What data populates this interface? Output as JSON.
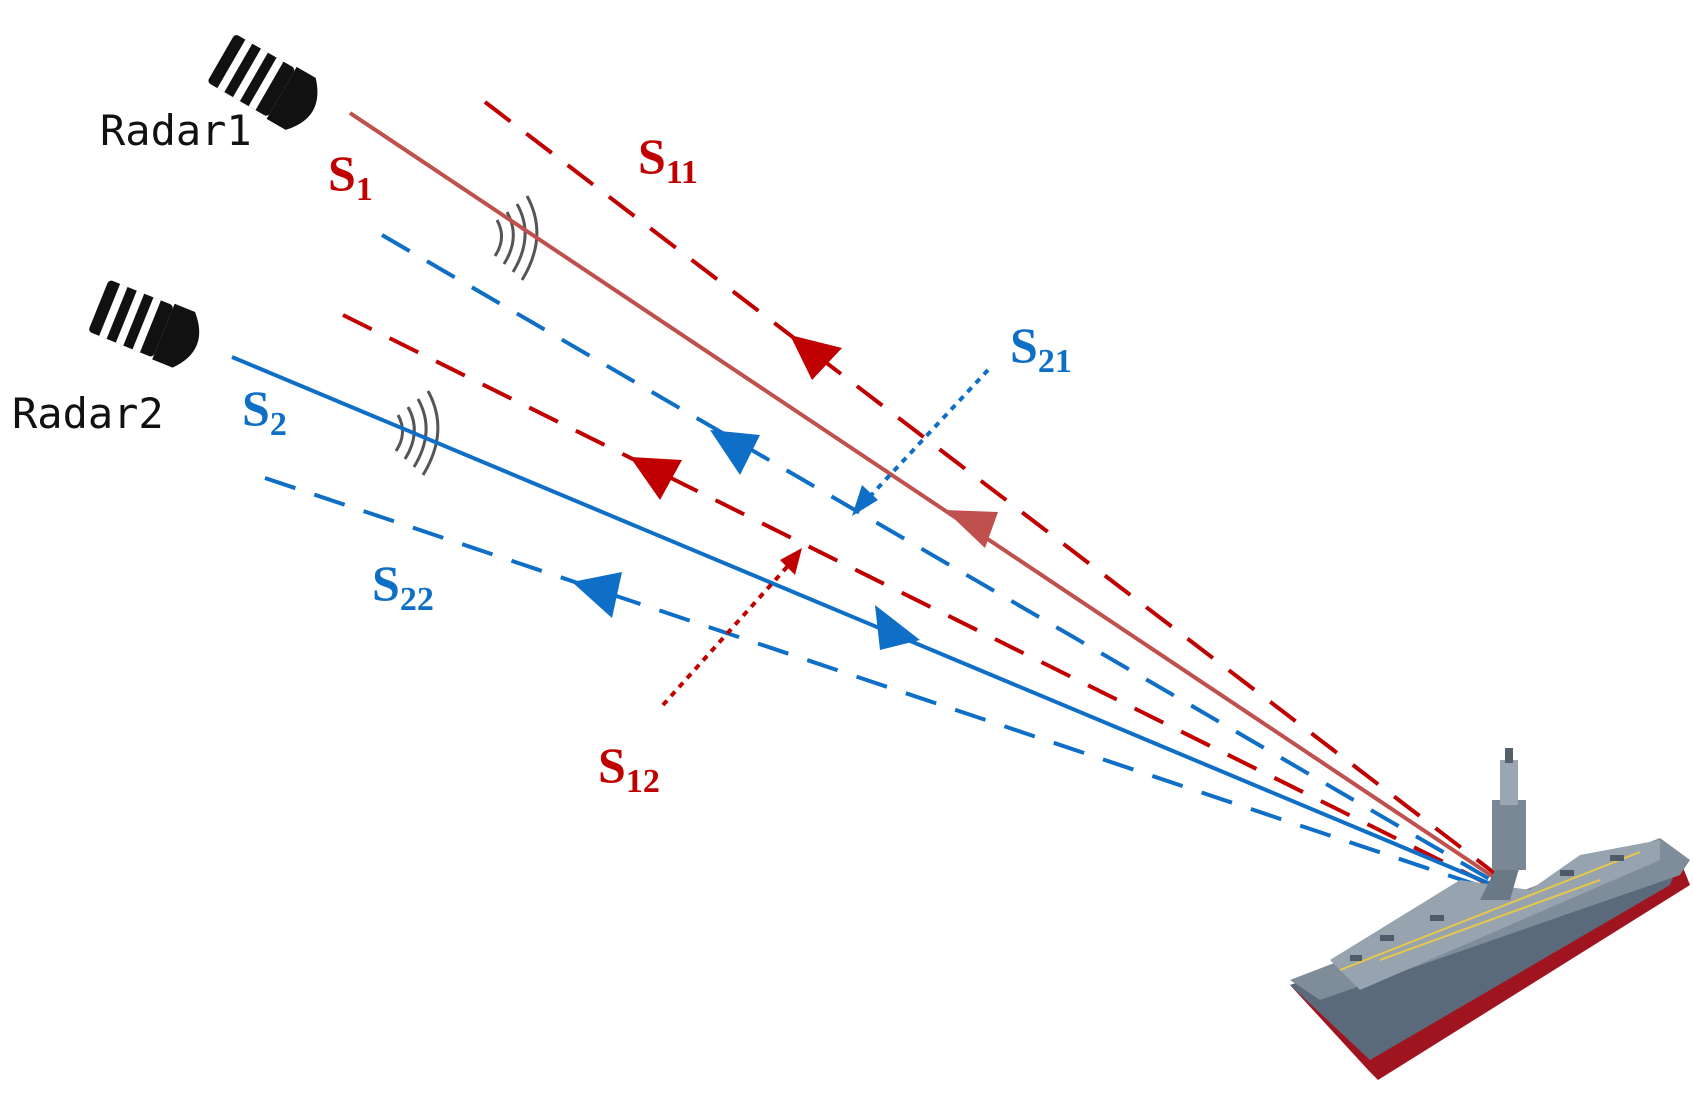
{
  "radars": [
    {
      "label": "Radar1"
    },
    {
      "label": "Radar2"
    }
  ],
  "signals": {
    "s1": {
      "base": "S",
      "sub": "1"
    },
    "s11": {
      "base": "S",
      "sub": "11"
    },
    "s2": {
      "base": "S",
      "sub": "2"
    },
    "s21": {
      "base": "S",
      "sub": "21"
    },
    "s22": {
      "base": "S",
      "sub": "22"
    },
    "s12": {
      "base": "S",
      "sub": "12"
    }
  },
  "colors": {
    "radar1_beam": "#c0504d",
    "radar1_echo": "#c00000",
    "radar2": "#0f6fc6",
    "radar_body": "#111111"
  },
  "icons": [
    "radar-emitter-icon",
    "radio-wave-icon",
    "aircraft-carrier-icon"
  ]
}
